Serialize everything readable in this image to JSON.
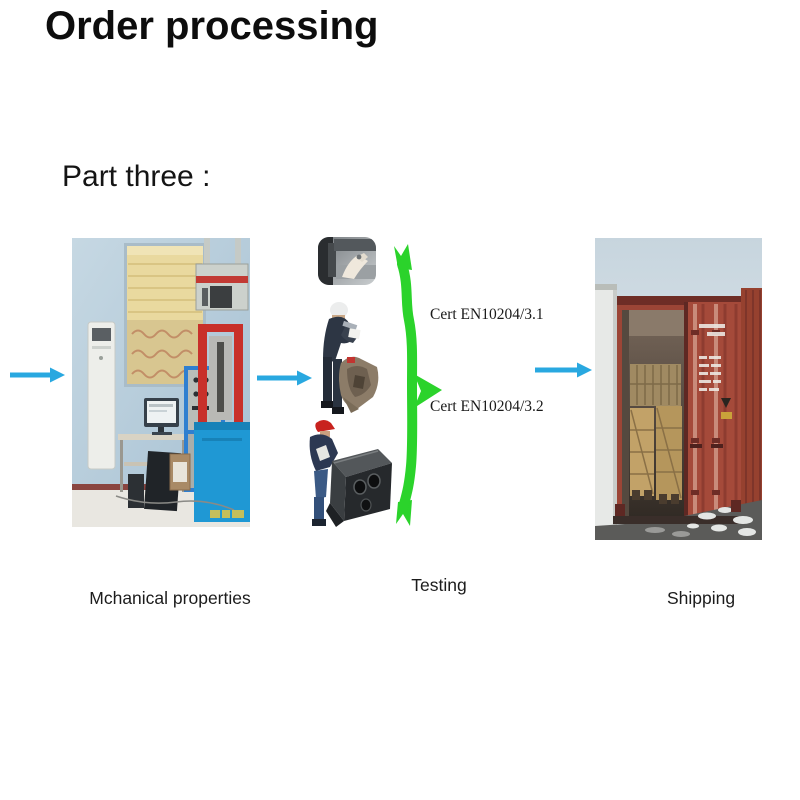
{
  "slide": {
    "title": "Order processing",
    "subtitle": "Part three :"
  },
  "flow": {
    "steps": [
      {
        "id": "mechanical-properties",
        "label": "Mchanical properties"
      },
      {
        "id": "testing",
        "label": "Testing"
      },
      {
        "id": "shipping",
        "label": "Shipping"
      }
    ],
    "certs": [
      "Cert EN10204/3.1",
      "Cert EN10204/3.2"
    ],
    "colors": {
      "arrow_blue": "#29a8e0",
      "brace_green": "#2bd32b"
    }
  }
}
